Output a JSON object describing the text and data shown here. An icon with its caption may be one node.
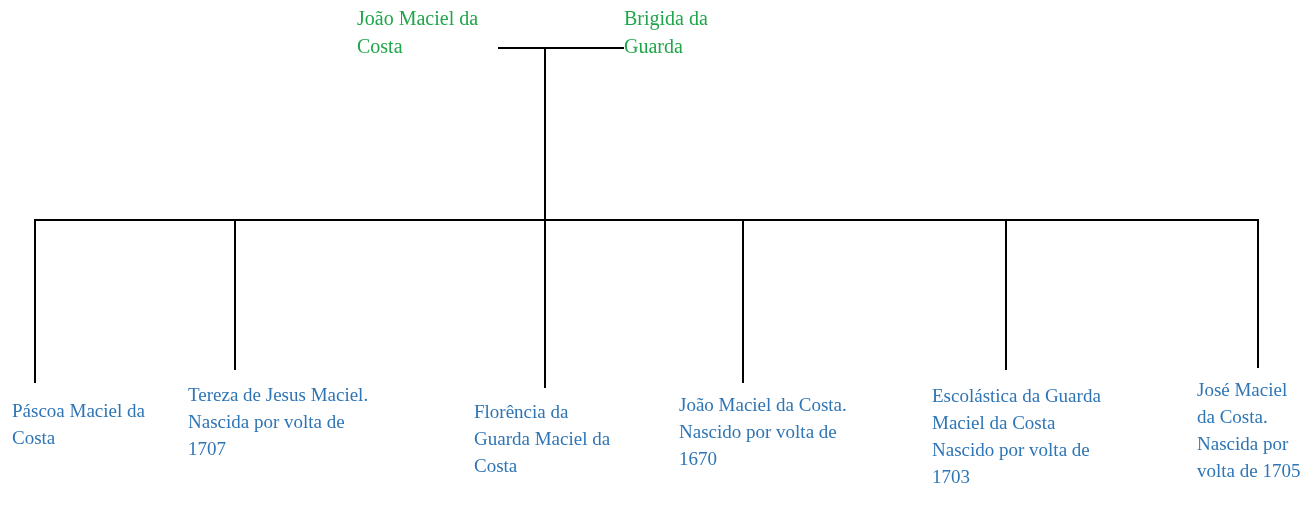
{
  "diagram": {
    "nodes": [
      {
        "text": [
          "João Maciel da Costa"
        ]
      },
      {
        "text": [
          "Brigida da Guarda"
        ]
      },
      {
        "text": [
          "Páscoa Maciel da Costa"
        ]
      },
      {
        "text": [
          "Tereza de Jesus Maciel. Nascida por volta de 1707"
        ]
      },
      {
        "text": [
          "Florência da Guarda Maciel da Costa"
        ]
      },
      {
        "text": [
          "João Maciel da Costa. Nascido por volta de 1670"
        ]
      },
      {
        "text": [
          "Escolástica da Guarda Maciel da Costa Nascido por volta de 1703"
        ]
      },
      {
        "text": [
          "José Maciel da Costa. Nascida por volta de 1705"
        ]
      }
    ],
    "edges": [
      {
        "from": 0,
        "to": 1,
        "arrow": "none"
      },
      {
        "from": 0,
        "to": 2,
        "arrow": "none"
      },
      {
        "from": 0,
        "to": 3,
        "arrow": "none"
      },
      {
        "from": 0,
        "to": 4,
        "arrow": "none"
      },
      {
        "from": 0,
        "to": 5,
        "arrow": "none"
      },
      {
        "from": 0,
        "to": 6,
        "arrow": "none"
      },
      {
        "from": 0,
        "to": 7,
        "arrow": "none"
      }
    ]
  }
}
